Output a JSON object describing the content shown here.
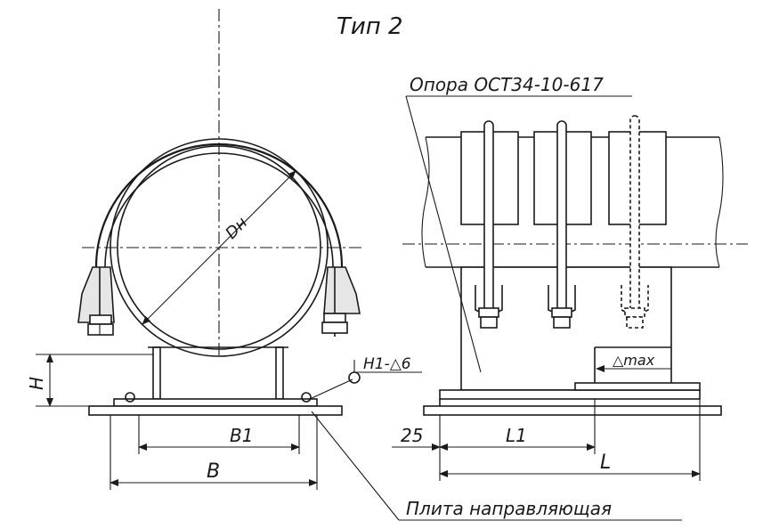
{
  "title": "Тип 2",
  "labels": {
    "support": "Опора ОСТ34-10-617",
    "diameter": "Dн",
    "height": "H",
    "weld": "H1-△6",
    "delta_max": "△max",
    "b1": "B1",
    "b": "B",
    "dim25": "25",
    "l1": "L1",
    "l": "L",
    "plate": "Плита направляющая"
  }
}
